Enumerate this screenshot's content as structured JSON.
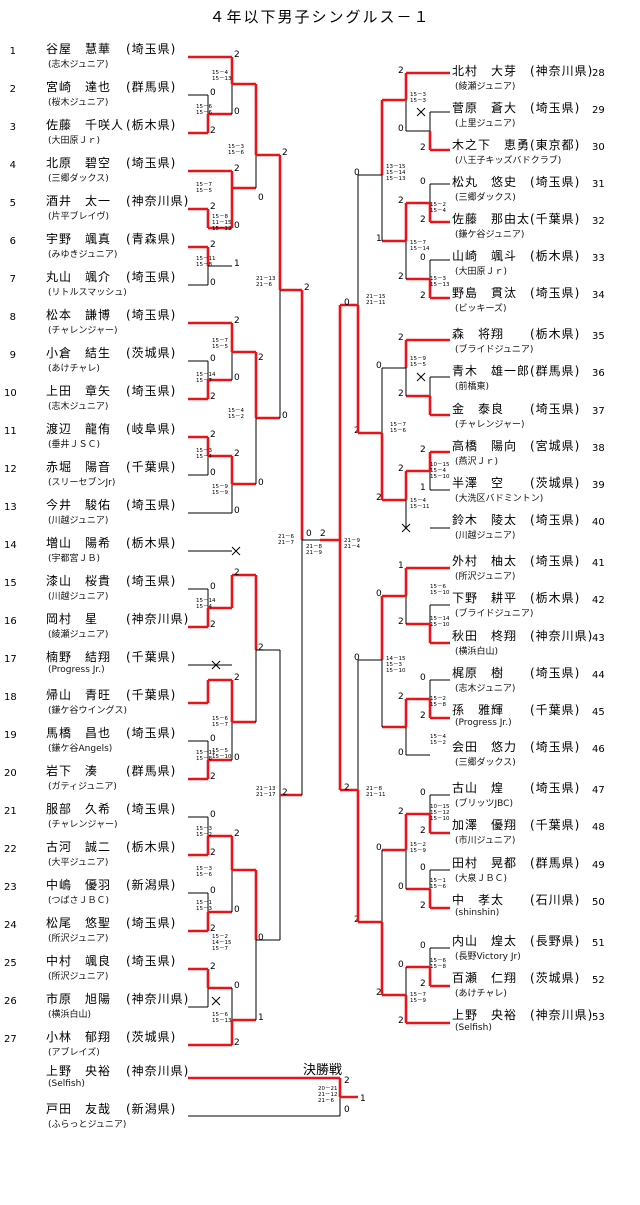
{
  "title": "４年以下男子シングルス－１",
  "final_label": "決勝戦",
  "left_players": [
    {
      "num": "1",
      "name": "谷屋　慧華",
      "club": "(志木ジュニア)",
      "pref": "(埼玉県)"
    },
    {
      "num": "2",
      "name": "宮崎　達也",
      "club": "(桜木ジュニア)",
      "pref": "(群馬県)"
    },
    {
      "num": "3",
      "name": "佐藤　千咲人",
      "club": "(大田原Ｊｒ)",
      "pref": "(栃木県)"
    },
    {
      "num": "4",
      "name": "北原　碧空",
      "club": "(三郷ダックス)",
      "pref": "(埼玉県)"
    },
    {
      "num": "5",
      "name": "酒井　太一",
      "club": "(片平ブレイヴ)",
      "pref": "(神奈川県)"
    },
    {
      "num": "6",
      "name": "宇野　颯真",
      "club": "(みゆきジュニア)",
      "pref": "(青森県)"
    },
    {
      "num": "7",
      "name": "丸山　颯介",
      "club": "(リトルスマッシュ)",
      "pref": "(埼玉県)"
    },
    {
      "num": "8",
      "name": "松本　謙博",
      "club": "(チャレンジャー)",
      "pref": "(埼玉県)"
    },
    {
      "num": "9",
      "name": "小倉　結生",
      "club": "(あけチャレ)",
      "pref": "(茨城県)"
    },
    {
      "num": "10",
      "name": "上田　章矢",
      "club": "(志木ジュニア)",
      "pref": "(埼玉県)"
    },
    {
      "num": "11",
      "name": "渡辺　龍侑",
      "club": "(垂井ＪＳＣ)",
      "pref": "(岐阜県)"
    },
    {
      "num": "12",
      "name": "赤堀　陽音",
      "club": "(スリーセブンJr)",
      "pref": "(千葉県)"
    },
    {
      "num": "13",
      "name": "今井　駿佑",
      "club": "(川越ジュニア)",
      "pref": "(埼玉県)"
    },
    {
      "num": "14",
      "name": "増山　陽希",
      "club": "(宇都宮ＪＢ)",
      "pref": "(栃木県)"
    },
    {
      "num": "15",
      "name": "漆山　桜貴",
      "club": "(川越ジュニア)",
      "pref": "(埼玉県)"
    },
    {
      "num": "16",
      "name": "岡村　星",
      "club": "(綾瀬ジュニア)",
      "pref": "(神奈川県)"
    },
    {
      "num": "17",
      "name": "楠野　結翔",
      "club": "(Progress Jr.)",
      "pref": "(千葉県)"
    },
    {
      "num": "18",
      "name": "帰山　青旺",
      "club": "(鎌ケ谷ウイングス)",
      "pref": "(千葉県)"
    },
    {
      "num": "19",
      "name": "馬橋　昌也",
      "club": "(鎌ケ谷Angels)",
      "pref": "(埼玉県)"
    },
    {
      "num": "20",
      "name": "岩下　湊",
      "club": "(ガティジュニア)",
      "pref": "(群馬県)"
    },
    {
      "num": "21",
      "name": "服部　久希",
      "club": "(チャレンジャー)",
      "pref": "(埼玉県)"
    },
    {
      "num": "22",
      "name": "古河　誠二",
      "club": "(大平ジュニア)",
      "pref": "(栃木県)"
    },
    {
      "num": "23",
      "name": "中嶋　優羽",
      "club": "(つばさＪＢＣ)",
      "pref": "(新潟県)"
    },
    {
      "num": "24",
      "name": "松尾　悠聖",
      "club": "(所沢ジュニア)",
      "pref": "(埼玉県)"
    },
    {
      "num": "25",
      "name": "中村　颯良",
      "club": "(所沢ジュニア)",
      "pref": "(埼玉県)"
    },
    {
      "num": "26",
      "name": "市原　旭陽",
      "club": "(横浜白山)",
      "pref": "(神奈川県)"
    },
    {
      "num": "27",
      "name": "小林　郁翔",
      "club": "(アブレイズ)",
      "pref": "(茨城県)"
    }
  ],
  "right_players": [
    {
      "num": "28",
      "name": "北村　大芽",
      "club": "(綾瀬ジュニア)",
      "pref": "(神奈川県)"
    },
    {
      "num": "29",
      "name": "菅原　蒼大",
      "club": "(上里ジュニア)",
      "pref": "(埼玉県)"
    },
    {
      "num": "30",
      "name": "木之下　恵勇",
      "club": "(八王子キッズバドクラブ)",
      "pref": "(東京都)"
    },
    {
      "num": "31",
      "name": "松丸　悠史",
      "club": "(三郷ダックス)",
      "pref": "(埼玉県)"
    },
    {
      "num": "32",
      "name": "佐藤　那由太",
      "club": "(鎌ケ谷ジュニア)",
      "pref": "(千葉県)"
    },
    {
      "num": "33",
      "name": "山崎　颯斗",
      "club": "(大田原Ｊｒ)",
      "pref": "(栃木県)"
    },
    {
      "num": "34",
      "name": "野島　貫汰",
      "club": "(ビッキーズ)",
      "pref": "(埼玉県)"
    },
    {
      "num": "35",
      "name": "森　将翔",
      "club": "(ブライドジュニア)",
      "pref": "(栃木県)"
    },
    {
      "num": "36",
      "name": "青木　雄一郎",
      "club": "(前橋東)",
      "pref": "(群馬県)"
    },
    {
      "num": "37",
      "name": "金　泰良",
      "club": "(チャレンジャー)",
      "pref": "(埼玉県)"
    },
    {
      "num": "38",
      "name": "高橋　陽向",
      "club": "(燕沢Ｊｒ)",
      "pref": "(宮城県)"
    },
    {
      "num": "39",
      "name": "半澤　空",
      "club": "(大洗区バドミントン)",
      "pref": "(茨城県)"
    },
    {
      "num": "40",
      "name": "鈴木　陵太",
      "club": "(川越ジュニア)",
      "pref": "(埼玉県)"
    },
    {
      "num": "41",
      "name": "外村　柚太",
      "club": "(所沢ジュニア)",
      "pref": "(埼玉県)"
    },
    {
      "num": "42",
      "name": "下野　耕平",
      "club": "(ブライドジュニア)",
      "pref": "(栃木県)"
    },
    {
      "num": "43",
      "name": "秋田　柊翔",
      "club": "(横浜白山)",
      "pref": "(神奈川県)"
    },
    {
      "num": "44",
      "name": "梶原　樹",
      "club": "(志木ジュニア)",
      "pref": "(埼玉県)"
    },
    {
      "num": "45",
      "name": "孫　雅輝",
      "club": "(Progress Jr.)",
      "pref": "(千葉県)"
    },
    {
      "num": "46",
      "name": "会田　悠力",
      "club": "(三郷ダックス)",
      "pref": "(埼玉県)"
    },
    {
      "num": "47",
      "name": "古山　煌",
      "club": "(ブリッツJBC)",
      "pref": "(埼玉県)"
    },
    {
      "num": "48",
      "name": "加澤　優翔",
      "club": "(市川ジュニア)",
      "pref": "(千葉県)"
    },
    {
      "num": "49",
      "name": "田村　晃都",
      "club": "(大泉ＪＢＣ)",
      "pref": "(群馬県)"
    },
    {
      "num": "50",
      "name": "中　孝太",
      "club": "(shinshin)",
      "pref": "(石川県)"
    },
    {
      "num": "51",
      "name": "内山　煌太",
      "club": "(長野Victory Jr)",
      "pref": "(長野県)"
    },
    {
      "num": "52",
      "name": "百瀬　仁翔",
      "club": "(あけチャレ)",
      "pref": "(茨城県)"
    },
    {
      "num": "53",
      "name": "上野　央裕",
      "club": "(Selfish)",
      "pref": "(神奈川県)"
    }
  ],
  "final_players": [
    {
      "name": "上野　央裕",
      "club": "(Selfish)",
      "pref": "(神奈川県)"
    },
    {
      "name": "戸田　友哉",
      "club": "(ふらっとジュニア)",
      "pref": "(新潟県)"
    }
  ],
  "scores": {
    "s1": [
      "15－4",
      "15－13"
    ],
    "s2": [
      "15－6",
      "15－6"
    ],
    "s3": [
      "15－3",
      "15－6"
    ],
    "s4": [
      "15－7",
      "15－5"
    ],
    "s5": [
      "15－8",
      "11－15",
      "15－12"
    ],
    "s6": [
      "15－11",
      "15－8"
    ],
    "s7": [
      "21－13",
      "21－6"
    ],
    "s8": [
      "15－7",
      "15－5"
    ],
    "s9": [
      "15－14",
      "15－7"
    ],
    "s10": [
      "15－4",
      "15－2"
    ],
    "s11": [
      "15－3",
      "15－4"
    ],
    "s12": [
      "15－9",
      "15－9"
    ],
    "s13": [
      "21－6",
      "21－7"
    ],
    "s14": [
      "15－14",
      "15－4"
    ],
    "s15": [
      "15－6",
      "15－7"
    ],
    "s16": [
      "15－5",
      "15－10"
    ],
    "s17": [
      "15－11",
      "15－8"
    ],
    "s18": [
      "21－13",
      "21－17"
    ],
    "s19": [
      "15－3",
      "15－2"
    ],
    "s20": [
      "15－3",
      "15－6"
    ],
    "s21": [
      "15－1",
      "15－3"
    ],
    "s22": [
      "15－2",
      "14－15",
      "15－7"
    ],
    "s23": [
      "15－6",
      "15－13"
    ],
    "s24": [
      "21－8",
      "21－9"
    ],
    "s25": [
      "21－9",
      "21－4"
    ],
    "s26": [
      "15－3",
      "15－3"
    ],
    "s27": [
      "13－15",
      "15－14",
      "15－13"
    ],
    "s28": [
      "15－2",
      "15－4"
    ],
    "s29": [
      "15－7",
      "15－14"
    ],
    "s30": [
      "15－3",
      "15－13"
    ],
    "s31": [
      "21－15",
      "21－11"
    ],
    "s32": [
      "15－9",
      "15－5"
    ],
    "s33": [
      "15－7",
      "15－6"
    ],
    "s34": [
      "10－15",
      "15－4",
      "15－10"
    ],
    "s35": [
      "15－4",
      "15－11"
    ],
    "s36": [
      "15－6",
      "15－10"
    ],
    "s37": [
      "15－14",
      "15－10"
    ],
    "s38": [
      "14－15",
      "15－3",
      "15－10"
    ],
    "s39": [
      "15－2",
      "15－8"
    ],
    "s40": [
      "15－4",
      "15－2"
    ],
    "s41": [
      "10－15",
      "15－12",
      "15－10"
    ],
    "s42": [
      "15－2",
      "15－9"
    ],
    "s43": [
      "15－1",
      "15－6"
    ],
    "s44": [
      "15－6",
      "15－8"
    ],
    "s45": [
      "15－7",
      "15－9"
    ],
    "s46": [
      "21－8",
      "21－11"
    ],
    "s47": [
      "20－21",
      "21－12",
      "21－6"
    ]
  }
}
